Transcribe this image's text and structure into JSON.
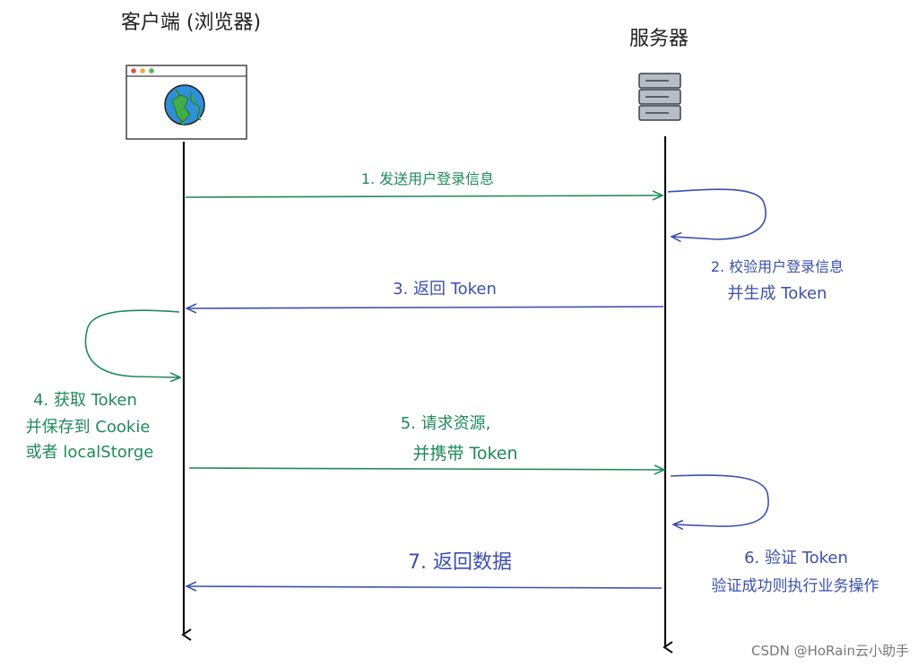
{
  "participants": {
    "client_label": "客户端 (浏览器)",
    "server_label": "服务器"
  },
  "colors": {
    "green": "#1f8a5a",
    "blue": "#3a4fb3",
    "ink": "#111111"
  },
  "steps": {
    "s1": "1. 发送用户登录信息",
    "s2_line1": "2. 校验用户登录信息",
    "s2_line2": "并生成 Token",
    "s3": "3. 返回 Token",
    "s4_line1": "4. 获取 Token",
    "s4_line2": "并保存到 Cookie",
    "s4_line3": "或者 localStorge",
    "s5_line1": "5. 请求资源,",
    "s5_line2": "并携带 Token",
    "s6_line1": "6. 验证 Token",
    "s6_line2": "验证成功则执行业务操作",
    "s7": "7. 返回数据"
  },
  "watermark": "CSDN @HoRain云小助手"
}
